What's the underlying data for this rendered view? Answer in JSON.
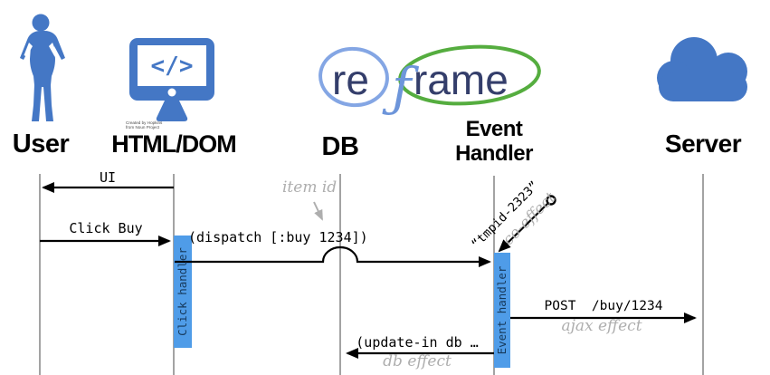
{
  "diagram": {
    "actors": {
      "user": {
        "label": "User"
      },
      "htmldom": {
        "label": "HTML/DOM",
        "attribution_line1": "Created by Hopkins",
        "attribution_line2": "from Noun Project",
        "monitor_code": "</>"
      },
      "db": {
        "label": "DB"
      },
      "event_handler": {
        "label_line1": "Event",
        "label_line2": "Handler"
      },
      "server": {
        "label": "Server"
      }
    },
    "logo": {
      "re": "re",
      "f": "ƒ",
      "rame": "rame"
    },
    "messages": {
      "ui": {
        "label": "UI"
      },
      "click_buy": {
        "label": "Click Buy"
      },
      "dispatch": {
        "label": "(dispatch [:buy 1234])"
      },
      "post": {
        "label": "POST  /buy/1234",
        "effect": "ajax effect"
      },
      "update_db": {
        "label": "(update-in db …",
        "effect": "db effect"
      }
    },
    "annotations": {
      "item_id": {
        "label": "item id"
      },
      "tmpid": {
        "label": "“tmpid-2323”",
        "effect": "co-effect"
      }
    },
    "activations": {
      "click_handler": {
        "label": "Click handler"
      },
      "event_handler": {
        "label": "Event handler"
      }
    }
  },
  "colors": {
    "icon_blue": "#4477c5",
    "activation_blue": "#4f9ce8",
    "activation_text": "#16395b",
    "lifeline_gray": "#a3a3a3",
    "arrow_black": "#000000",
    "annotation_gray": "#aeaeae",
    "logo_navy": "#343e6b",
    "logo_blue_stroke": "#84a6e4",
    "logo_f_blue": "#6d95da",
    "logo_green": "#55ad3f"
  }
}
